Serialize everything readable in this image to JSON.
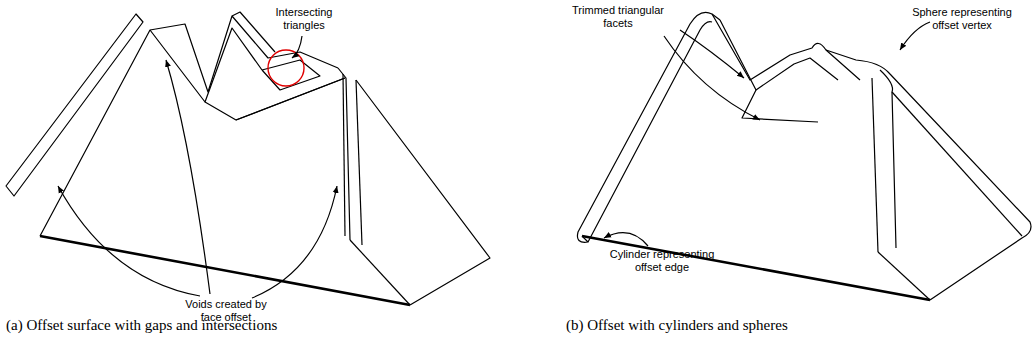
{
  "diagram": {
    "labels": [
      "Intersecting triangles",
      "Voids created by face offset",
      "(a) Offset surface with gaps and intersections",
      "Trimmed triangular facets",
      "Sphere representing offset vertex",
      "Cylinder representing offset edge",
      "(b) Offset with cylinders and spheres"
    ]
  }
}
